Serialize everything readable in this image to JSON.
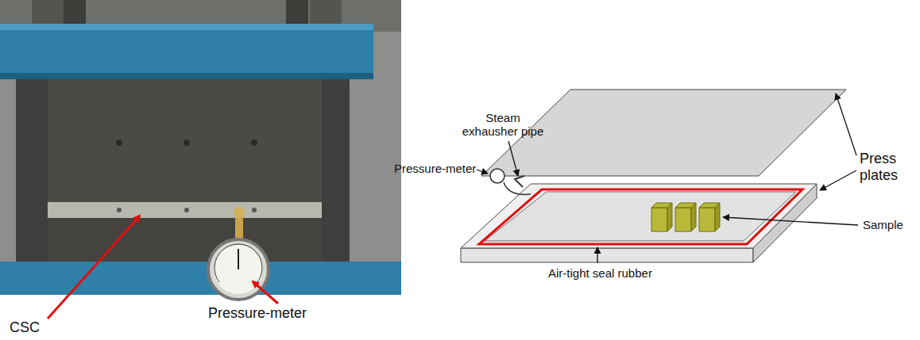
{
  "diagram": {
    "labels": [
      "CSC",
      "Pressure-meter",
      "Steam exhausher pipe",
      "Pressure-meter",
      "Press plates",
      "Sample",
      "Air-tight seal rubber"
    ]
  }
}
